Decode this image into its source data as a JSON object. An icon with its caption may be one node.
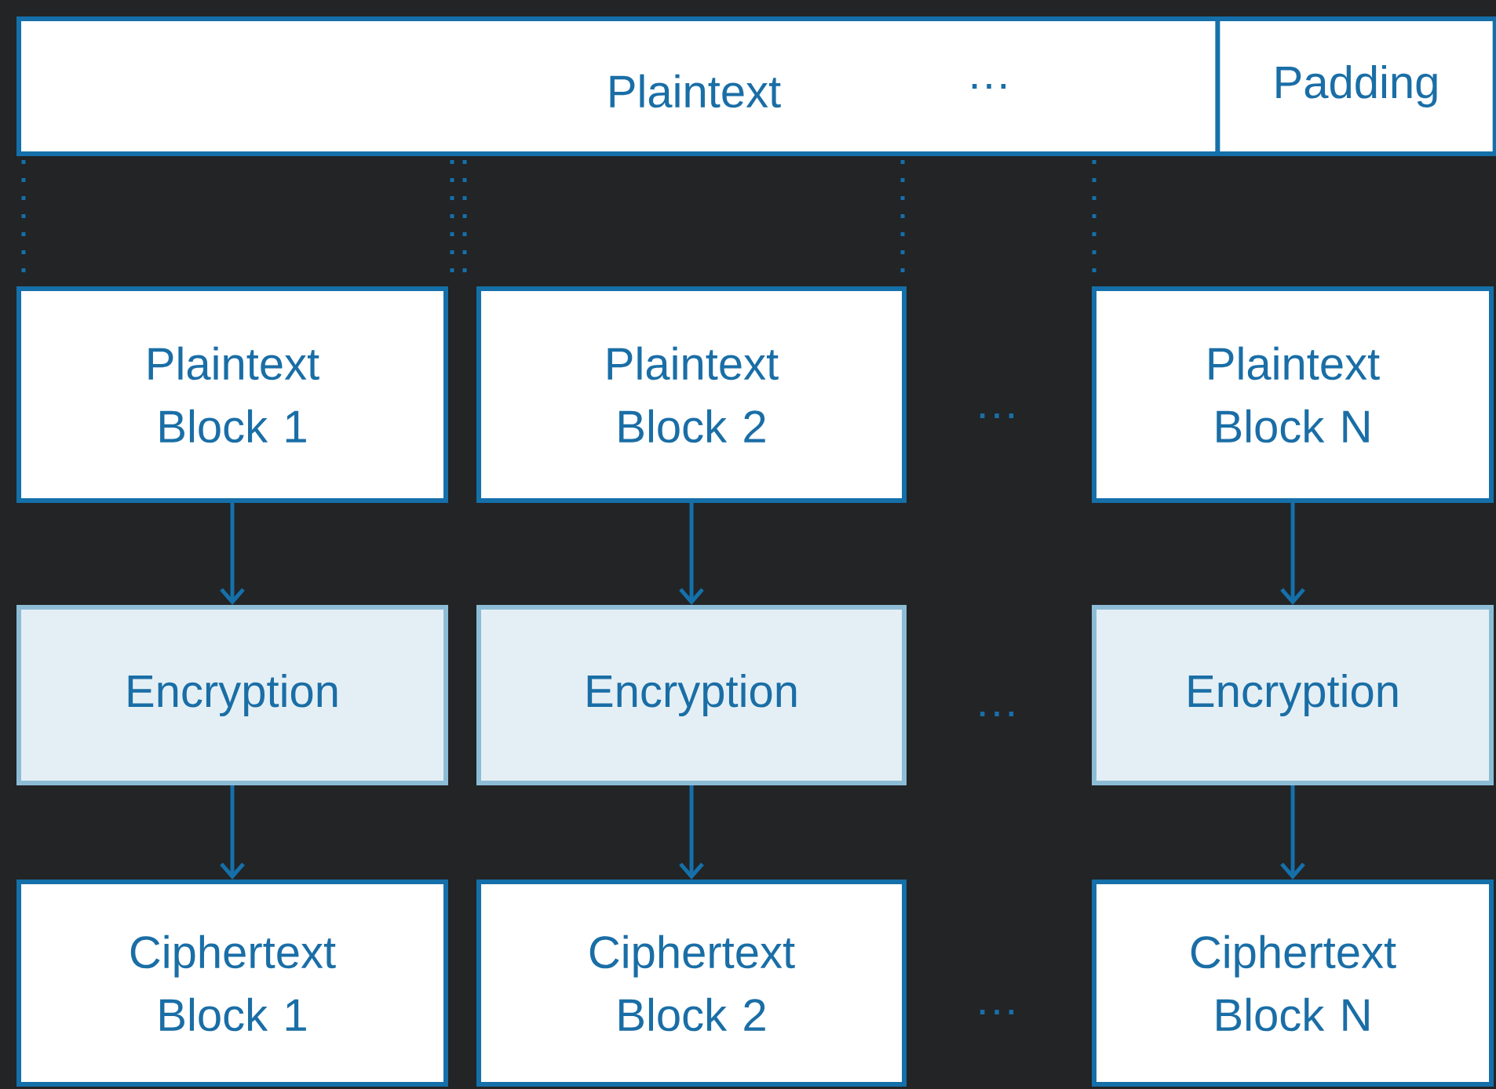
{
  "diagram": {
    "nodes": [
      {
        "text": [
          "Plaintext",
          "…"
        ]
      },
      {
        "text": [
          "Padding"
        ]
      },
      {
        "text": [
          "Plaintext Block 1"
        ]
      },
      {
        "text": [
          "Plaintext Block 2"
        ]
      },
      {
        "text": [
          "Plaintext Block N"
        ]
      },
      {
        "text": [
          "Encryption"
        ]
      },
      {
        "text": [
          "Encryption"
        ]
      },
      {
        "text": [
          "Encryption"
        ]
      },
      {
        "text": [
          "Ciphertext Block 1"
        ]
      },
      {
        "text": [
          "Ciphertext Block 2"
        ]
      },
      {
        "text": [
          "Ciphertext Block N"
        ]
      }
    ],
    "edges": [
      {
        "from": 2,
        "to": 5,
        "arrow": "to"
      },
      {
        "from": 5,
        "to": 8,
        "arrow": "to"
      },
      {
        "from": 3,
        "to": 6,
        "arrow": "to"
      },
      {
        "from": 6,
        "to": 9,
        "arrow": "to"
      },
      {
        "from": 4,
        "to": 7,
        "arrow": "to"
      },
      {
        "from": 7,
        "to": 10,
        "arrow": "to"
      }
    ],
    "labels": [
      "…",
      "…",
      "…"
    ]
  }
}
